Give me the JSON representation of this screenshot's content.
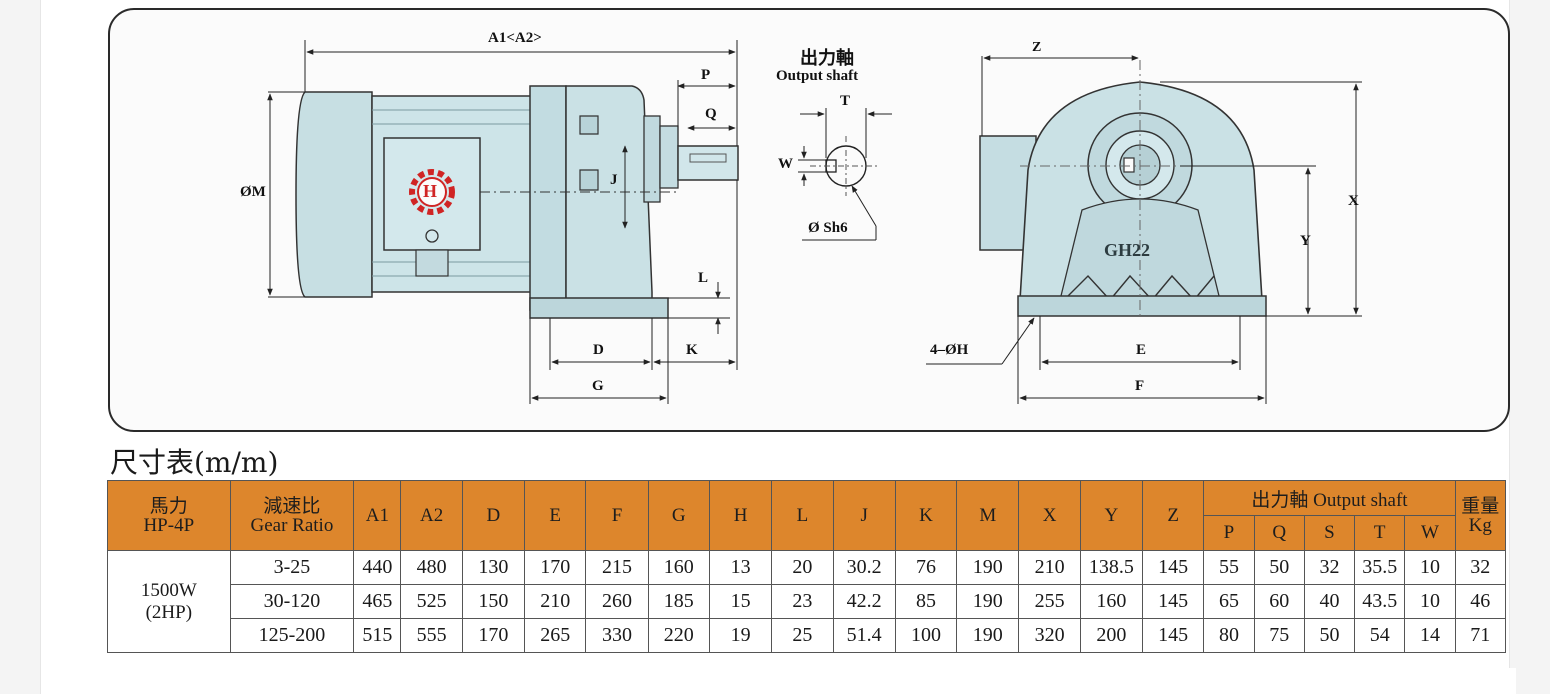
{
  "drawing": {
    "side_labels": {
      "overall_length": "A1<A2>",
      "p": "P",
      "q": "Q",
      "j": "J",
      "m": "ØM",
      "l": "L",
      "d": "D",
      "k": "K",
      "g": "G"
    },
    "motor_logo_letter": "H",
    "shaft": {
      "title_cn": "出力軸",
      "title_en": "Output shaft",
      "t": "T",
      "w": "W",
      "sh6": "Ø Sh6"
    },
    "front_labels": {
      "z": "Z",
      "x": "X",
      "y": "Y",
      "e": "E",
      "f": "F",
      "holes": "4–ØH",
      "model": "GH22"
    }
  },
  "table_title": "尺寸表(m/m)",
  "table": {
    "hp_header_cn": "馬力",
    "hp_header_en": "HP-4P",
    "ratio_header_cn": "減速比",
    "ratio_header_en": "Gear Ratio",
    "dim_headers": [
      "A1",
      "A2",
      "D",
      "E",
      "F",
      "G",
      "H",
      "L",
      "J",
      "K",
      "M",
      "X",
      "Y",
      "Z"
    ],
    "shaft_header": "出力軸 Output shaft",
    "shaft_sub_headers": [
      "P",
      "Q",
      "S",
      "T",
      "W"
    ],
    "weight_header_cn": "重量",
    "weight_header_en": "Kg",
    "power_line1": "1500W",
    "power_line2": "(2HP)",
    "rows": [
      {
        "ratio": "3-25",
        "cells": [
          "440",
          "480",
          "130",
          "170",
          "215",
          "160",
          "13",
          "20",
          "30.2",
          "76",
          "190",
          "210",
          "138.5",
          "145",
          "55",
          "50",
          "32",
          "35.5",
          "10",
          "32"
        ]
      },
      {
        "ratio": "30-120",
        "cells": [
          "465",
          "525",
          "150",
          "210",
          "260",
          "185",
          "15",
          "23",
          "42.2",
          "85",
          "190",
          "255",
          "160",
          "145",
          "65",
          "60",
          "40",
          "43.5",
          "10",
          "46"
        ]
      },
      {
        "ratio": "125-200",
        "cells": [
          "515",
          "555",
          "170",
          "265",
          "330",
          "220",
          "19",
          "25",
          "51.4",
          "100",
          "190",
          "320",
          "200",
          "145",
          "80",
          "75",
          "50",
          "54",
          "14",
          "71"
        ]
      }
    ]
  }
}
